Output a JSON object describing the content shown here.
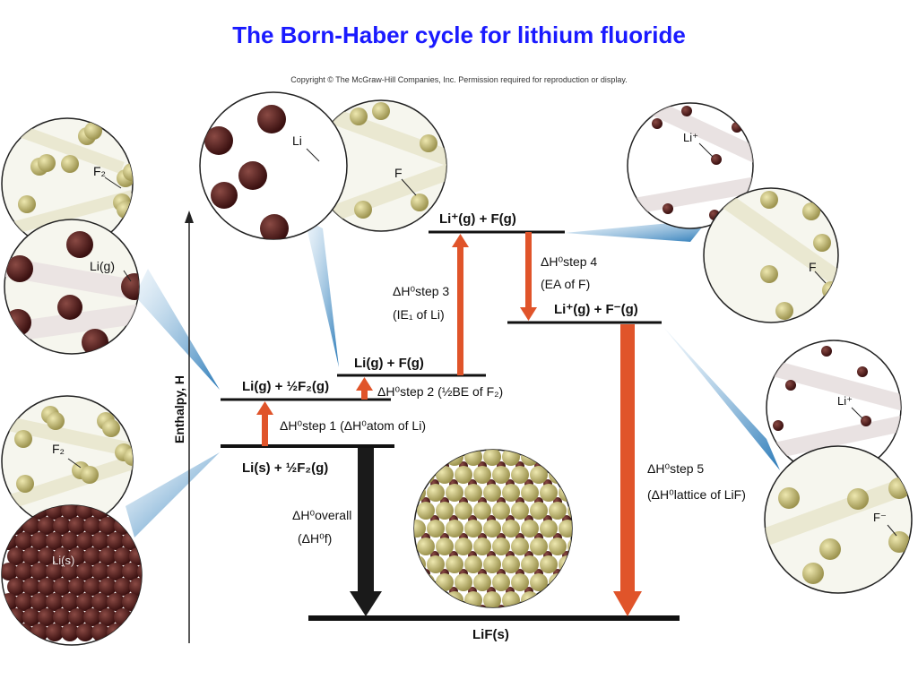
{
  "title": "The Born-Haber cycle for lithium fluoride",
  "copyright": "Copyright © The McGraw-Hill Companies, Inc. Permission required for reproduction or display.",
  "axis_label": "Enthalpy, H",
  "levels": {
    "li_s": "Li(s) + ½F₂(g)",
    "li_g": "Li(g) + ½F₂(g)",
    "li_f_g": "Li(g) + F(g)",
    "li_plus_f": "Li⁺(g) + F(g)",
    "li_plus_f_minus": "Li⁺(g) + F⁻(g)",
    "lif_s": "LiF(s)"
  },
  "steps": {
    "s1": "ΔH⁰step 1 (ΔH⁰atom of Li)",
    "s2": "ΔH⁰step 2 (½BE of F₂)",
    "s3_a": "ΔH⁰step 3",
    "s3_b": "(IE₁ of Li)",
    "s4_a": "ΔH⁰step 4",
    "s4_b": "(EA of F)",
    "s5_a": "ΔH⁰step 5",
    "s5_b": "(ΔH⁰lattice of LiF)",
    "overall_a": "ΔH⁰overall",
    "overall_b": "(ΔH⁰f)"
  },
  "circle_labels": {
    "f2_top": "F₂",
    "li_g": "Li(g)",
    "f2_bottom": "F₂",
    "li_s": "Li(s)",
    "li_atom": "Li",
    "f_atom": "F",
    "li_plus_top": "Li⁺",
    "f_right": "F",
    "li_plus_bottom": "Li⁺",
    "f_minus": "F⁻"
  },
  "colors": {
    "title": "#1a1aff",
    "arrow_orange": "#e0542a",
    "arrow_black": "#1a1a1a",
    "pointer_blue": "#2a7ab8",
    "li_brown": "#5a1f1f",
    "f_tan": "#c9c07a"
  }
}
